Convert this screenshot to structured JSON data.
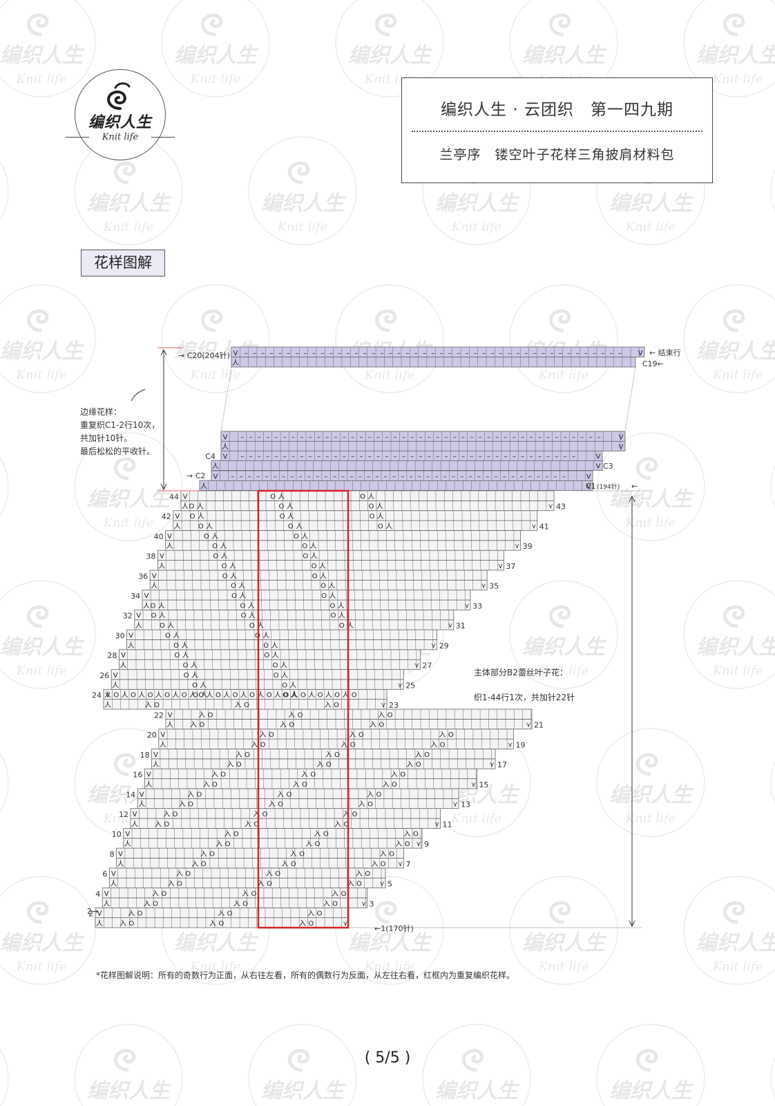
{
  "logo": {
    "cn": "编织人生",
    "en": "Knit life"
  },
  "header": {
    "title": "编织人生 · 云团织　第一四九期",
    "subtitle": "兰亭序　镂空叶子花样三角披肩材料包"
  },
  "section_title": "花样图解",
  "chart": {
    "top_label": "C20(204针)",
    "end_label": "结束行",
    "c19_label": "C19",
    "c4_label": "C4",
    "c3_label": "C3",
    "c2_label": "C2",
    "c1_label": "C1",
    "c1_count": "(194针)",
    "row1_label": "1(170针)",
    "edge_note": [
      "边缘花样：",
      "重复织C1-2行10次，",
      "共加针10针。",
      "最后松松的平收针。"
    ],
    "body_note": [
      "主体部分B2蕾丝叶子花：",
      "织1-44行1次，共加针22针"
    ],
    "left_rows": [
      "44",
      "42",
      "40",
      "38",
      "36",
      "34",
      "32",
      "30",
      "28",
      "26",
      "24",
      "22",
      "20",
      "18",
      "16",
      "14",
      "12",
      "10",
      "8",
      "6",
      "4",
      "2"
    ],
    "right_rows": [
      "43",
      "41",
      "39",
      "37",
      "35",
      "33",
      "31",
      "29",
      "27",
      "25",
      "23",
      "21",
      "19",
      "17",
      "15",
      "13",
      "11",
      "9",
      "7",
      "5",
      "3"
    ]
  },
  "footnote": "*花样图解说明：所有的奇数行为正面，从右往左看，所有的偶数行为反面，从左往右看，红框内为重复编织花样。",
  "page": "( 5/5 )",
  "colors": {
    "lavender": "#cdc8e6",
    "grid": "#666666",
    "red": "#d8232a"
  }
}
